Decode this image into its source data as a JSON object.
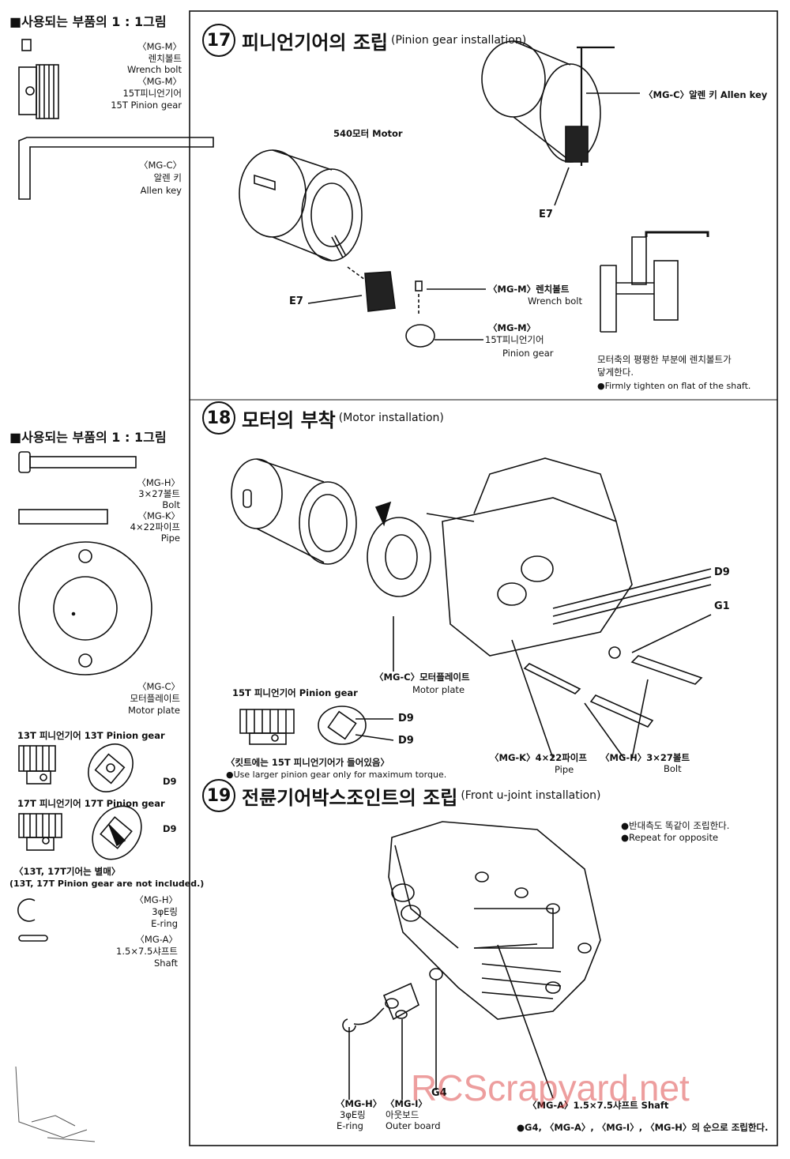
{
  "left_panel": {
    "section1_title": "■사용되는 부품의 1 : 1그림",
    "section2_title": "■사용되는 부품의 1 : 1그림",
    "parts1": [
      {
        "code": "〈MG-M〉",
        "kr": "렌치볼트",
        "en": "Wrench bolt"
      },
      {
        "code": "〈MG-M〉",
        "kr": "15T피니언기어",
        "en": "15T Pinion gear"
      },
      {
        "code": "〈MG-C〉",
        "kr": "알렌 키",
        "en": "Allen key"
      }
    ],
    "parts2": [
      {
        "code": "〈MG-H〉",
        "kr": "3×27볼트",
        "en": "Bolt"
      },
      {
        "code": "〈MG-K〉",
        "kr": "4×22파이프",
        "en": "Pipe"
      },
      {
        "code": "〈MG-C〉",
        "kr": "모터플레이트",
        "en": "Motor plate"
      }
    ],
    "gear13_label": "13T 피니언기어 13T Pinion gear",
    "gear17_label": "17T 피니언기어 17T Pinion gear",
    "d9": "D9",
    "not_included_kr": "〈13T, 17T기어는 별매〉",
    "not_included_en": "(13T, 17T Pinion gear are not included.)",
    "parts3": [
      {
        "code": "〈MG-H〉",
        "kr": "3φE링",
        "en": "E-ring"
      },
      {
        "code": "〈MG-A〉",
        "kr": "1.5×7.5샤프트",
        "en": "Shaft"
      }
    ]
  },
  "step17": {
    "num": "17",
    "title_kr": "피니언기어의 조립",
    "title_en": "(Pinion gear installation)",
    "motor_label": "540모터 Motor",
    "allen_key_label": "〈MG-C〉알렌 키 Allen key",
    "e7_a": "E7",
    "e7_b": "E7",
    "wrench_bolt_kr": "〈MG-M〉렌치볼트",
    "wrench_bolt_en": "Wrench bolt",
    "pinion_code": "〈MG-M〉",
    "pinion_kr": "15T피니언기어",
    "pinion_en": "Pinion gear",
    "note_kr_1": "모터축의 평평한 부분에 렌치볼트가",
    "note_kr_2": "닿게한다.",
    "note_en": "●Firmly tighten on flat of the shaft."
  },
  "step18": {
    "num": "18",
    "title_kr": "모터의 부착",
    "title_en": "(Motor installation)",
    "d9_a": "D9",
    "g1": "G1",
    "motor_plate_kr": "〈MG-C〉모터플레이트",
    "motor_plate_en": "Motor plate",
    "pinion_label": "15T 피니언기어 Pinion gear",
    "d9_b": "D9",
    "d9_c": "D9",
    "note_kr": "〈킷트에는 15T 피니언기어가 들어있음〉",
    "note_en": "●Use larger pinion gear only for maximum torque.",
    "pipe_label": "〈MG-K〉4×22파이프",
    "pipe_en": "Pipe",
    "bolt_label": "〈MG-H〉3×27볼트",
    "bolt_en": "Bolt"
  },
  "step19": {
    "num": "19",
    "title_kr": "전륜기어박스조인트의 조립",
    "title_en": "(Front u-joint installation)",
    "note_kr": "●반대측도 똑같이 조립한다.",
    "note_en": "●Repeat for opposite",
    "g4": "G4",
    "eringcode": "〈MG-H〉",
    "ering_kr": "3φE링",
    "ering_en": "E-ring",
    "outer_code": "〈MG-I〉",
    "outer_kr": "아웃보드",
    "outer_en": "Outer board",
    "shaft_label": "〈MG-A〉1.5×7.5샤프트 Shaft",
    "order_note": "●G4, 〈MG-A〉, 〈MG-I〉, 〈MG-H〉의 순으로 조립한다."
  },
  "watermark": "RCScrapyard.net"
}
